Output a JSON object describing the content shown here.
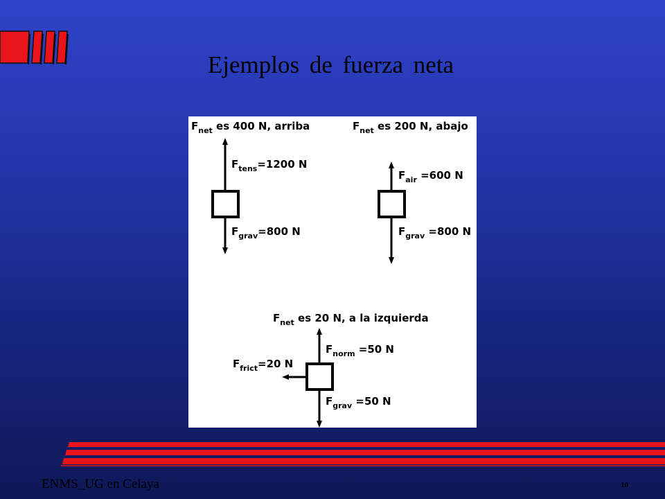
{
  "slide": {
    "title": "Ejemplos de fuerza neta",
    "footer": "ENMS_UG en Celaya",
    "page_number": "10"
  },
  "diagrams": {
    "diagram1": {
      "net": {
        "base": "F",
        "sub": "net",
        "text": " es 400 N, arriba"
      },
      "up": {
        "base": "F",
        "sub": "tens",
        "value": "=1200 N"
      },
      "down": {
        "base": "F",
        "sub": "grav",
        "value": "=800 N"
      }
    },
    "diagram2": {
      "net": {
        "base": "F",
        "sub": "net",
        "text": "  es 200 N, abajo"
      },
      "up": {
        "base": "F",
        "sub": "air",
        "value": " =600 N"
      },
      "down": {
        "base": "F",
        "sub": "grav",
        "value": " =800 N"
      }
    },
    "diagram3": {
      "net": {
        "base": "F",
        "sub": "net",
        "text": " es 20 N, a la izquierda"
      },
      "up": {
        "base": "F",
        "sub": "norm",
        "value": " =50 N"
      },
      "left": {
        "base": "F",
        "sub": "frict",
        "value": "=20 N"
      },
      "down": {
        "base": "F",
        "sub": "grav",
        "value": " =50 N"
      }
    }
  },
  "colors": {
    "accent_red": "#e8141a",
    "background_top": "#2f43c9",
    "background_bottom": "#0e1857"
  }
}
